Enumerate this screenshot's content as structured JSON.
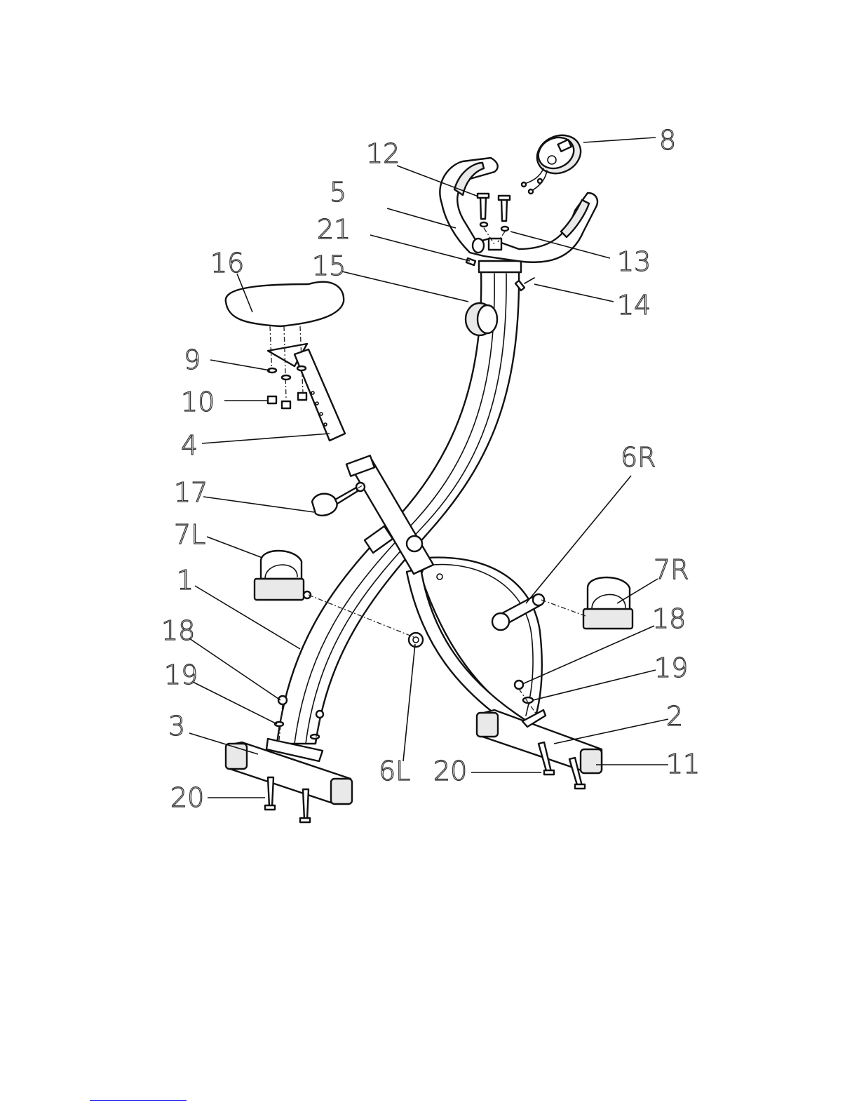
{
  "diagram": {
    "callouts": {
      "c1": "1",
      "c2": "2",
      "c3": "3",
      "c4": "4",
      "c5": "5",
      "c6L": "6L",
      "c6R": "6R",
      "c7L": "7L",
      "c7R": "7R",
      "c8": "8",
      "c9": "9",
      "c10": "10",
      "c11": "11",
      "c12": "12",
      "c13": "13",
      "c14": "14",
      "c15": "15",
      "c16": "16",
      "c17": "17",
      "c18a": "18",
      "c18b": "18",
      "c19a": "19",
      "c19b": "19",
      "c20a": "20",
      "c20b": "20",
      "c21": "21"
    },
    "colors": {
      "ink": "#111111",
      "rule": "#2a2af0"
    }
  }
}
